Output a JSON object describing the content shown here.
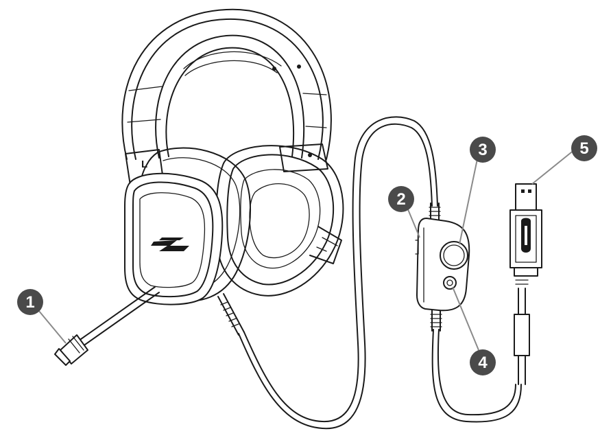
{
  "diagram": {
    "side_label": "L",
    "colors": {
      "line": "#1a1a1a",
      "callout_fill": "#4a4a4a",
      "callout_text": "#ffffff",
      "leader": "#8a8a8a"
    },
    "callouts": [
      {
        "number": "1",
        "part": "microphone-tip"
      },
      {
        "number": "2",
        "part": "inline-control-side-switch"
      },
      {
        "number": "3",
        "part": "volume-wheel"
      },
      {
        "number": "4",
        "part": "mic-mute-switch"
      },
      {
        "number": "5",
        "part": "usb-connector"
      }
    ]
  }
}
